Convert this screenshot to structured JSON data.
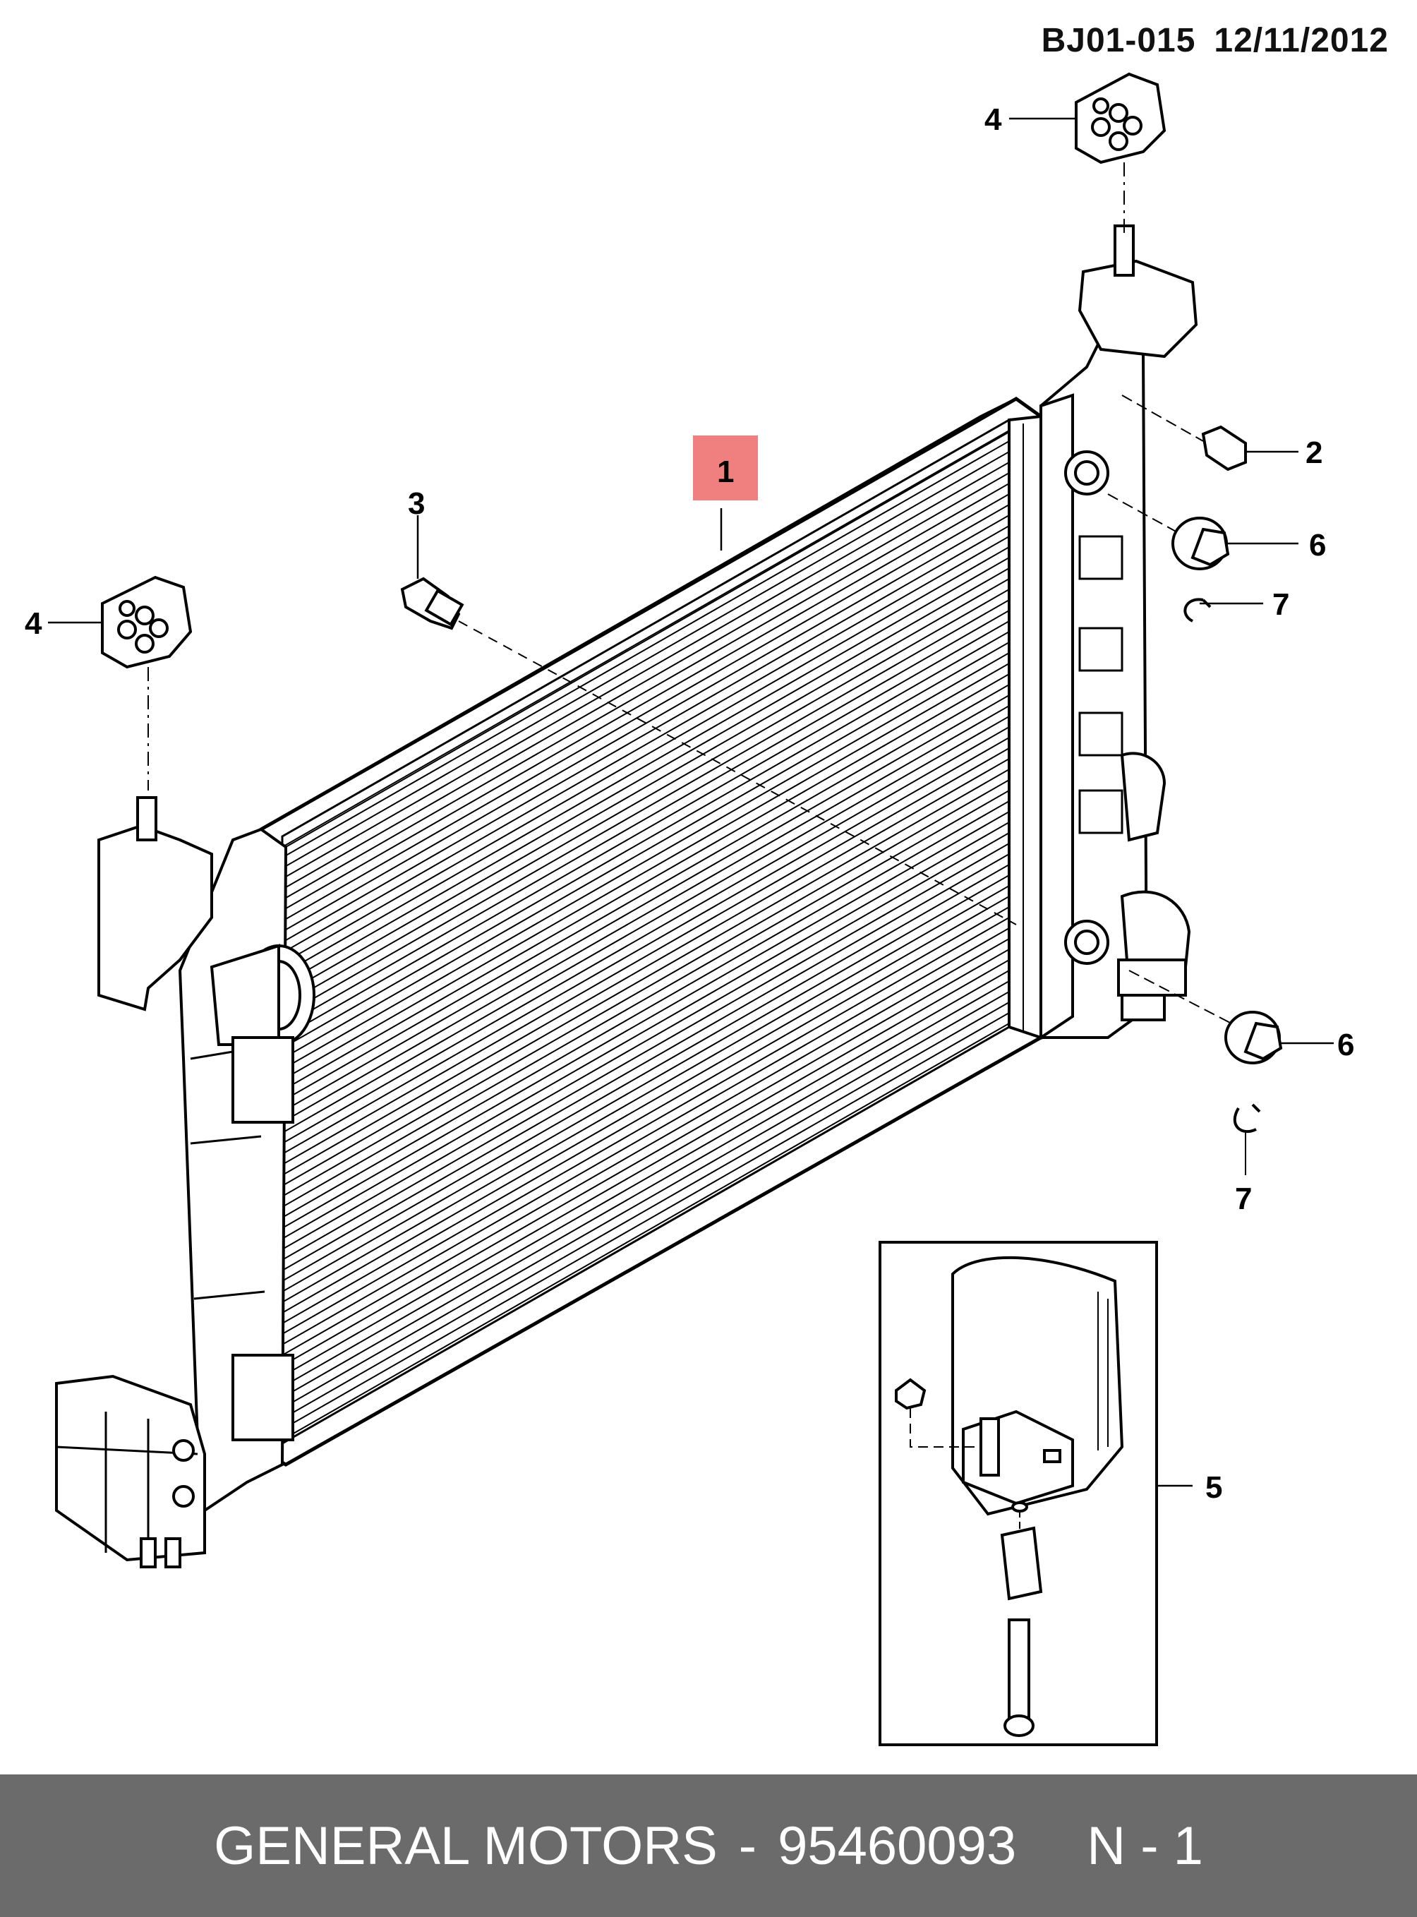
{
  "header": {
    "diagram_code": "BJ01-015",
    "date": "12/11/2012"
  },
  "callouts": [
    {
      "label": "1",
      "highlighted": true,
      "highlight_color": "#f08080"
    },
    {
      "label": "2"
    },
    {
      "label": "3"
    },
    {
      "label": "4"
    },
    {
      "label": "4"
    },
    {
      "label": "5"
    },
    {
      "label": "6"
    },
    {
      "label": "6"
    },
    {
      "label": "7"
    },
    {
      "label": "7"
    }
  ],
  "footer": {
    "manufacturer": "GENERAL MOTORS",
    "separator": "-",
    "part_number": "95460093",
    "note": "N - 1",
    "background_color": "#6b6b6b"
  }
}
